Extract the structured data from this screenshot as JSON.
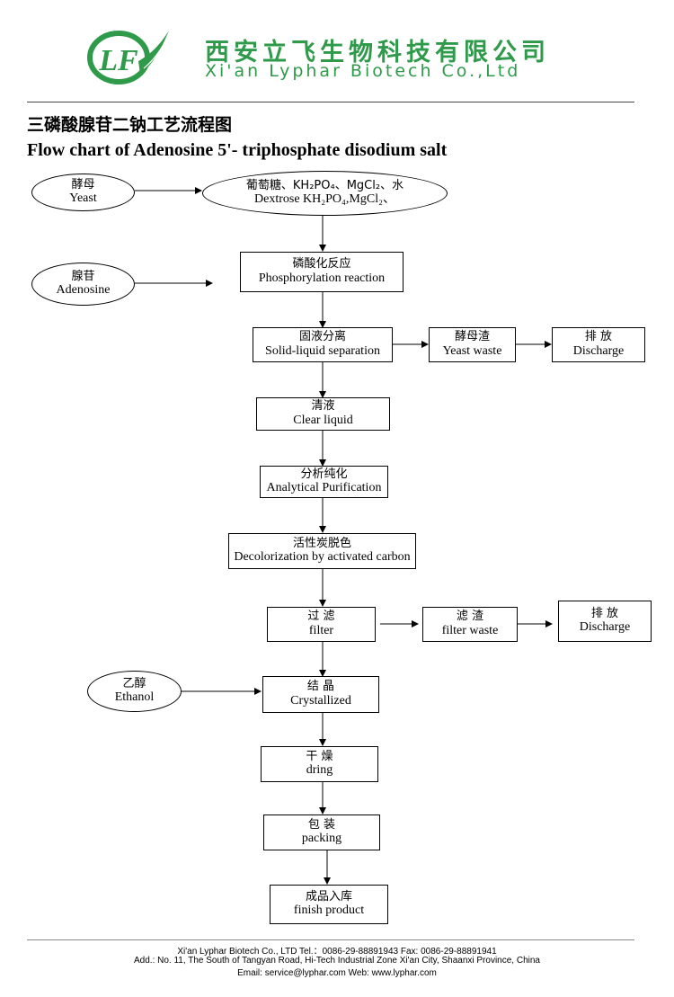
{
  "header": {
    "logo_letters": "LF",
    "company_cn": "西安立飞生物科技有限公司",
    "company_en": "Xi'an Lyphar Biotech Co.,Ltd",
    "brand_color": "#2e9a4a"
  },
  "title_cn": "三磷酸腺苷二钠工艺流程图",
  "title_en": "Flow chart of Adenosine 5'- triphosphate disodium salt",
  "nodes": {
    "yeast": {
      "cn": "酵母",
      "en": "Yeast"
    },
    "dextrose": {
      "cn": "葡萄糖、KH₂PO₄、MgCl₂、水",
      "en": "Dextrose KH₂PO₄,MgCl₂、"
    },
    "adenosine": {
      "cn": "腺苷",
      "en": "Adenosine"
    },
    "phosphorylation": {
      "cn": "磷酸化反应",
      "en": "Phosphorylation reaction"
    },
    "separation": {
      "cn": "固液分离",
      "en": "Solid-liquid separation"
    },
    "yeast_waste": {
      "cn": "酵母渣",
      "en": "Yeast waste"
    },
    "discharge1": {
      "cn": "排 放",
      "en": "Discharge"
    },
    "clear_liquid": {
      "cn": "清液",
      "en": "Clear liquid"
    },
    "purification": {
      "cn": "分析纯化",
      "en": "Analytical Purification"
    },
    "decolorization": {
      "cn": "活性炭脱色",
      "en": "Decolorization by activated carbon"
    },
    "filter": {
      "cn": "过 滤",
      "en": "filter"
    },
    "filter_waste": {
      "cn": "滤 渣",
      "en": "filter waste"
    },
    "discharge2": {
      "cn": "排 放",
      "en": "Discharge"
    },
    "ethanol": {
      "cn": "乙醇",
      "en": "Ethanol"
    },
    "crystallized": {
      "cn": "结 晶",
      "en": "Crystallized"
    },
    "drying": {
      "cn": "干 燥",
      "en": "dring"
    },
    "packing": {
      "cn": "包 装",
      "en": "packing"
    },
    "finish": {
      "cn": "成品入库",
      "en": "finish product"
    }
  },
  "footer": {
    "line1": "Xi'an Lyphar Biotech Co., LTD    Tel.：0086-29-88891943    Fax: 0086-29-88891941",
    "line2": "Add.: No. 11, The South of Tangyan Road, Hi-Tech Industrial Zone Xi'an City, Shaanxi Province, China",
    "line3": "Email: service@lyphar.com          Web: www.lyphar.com"
  }
}
